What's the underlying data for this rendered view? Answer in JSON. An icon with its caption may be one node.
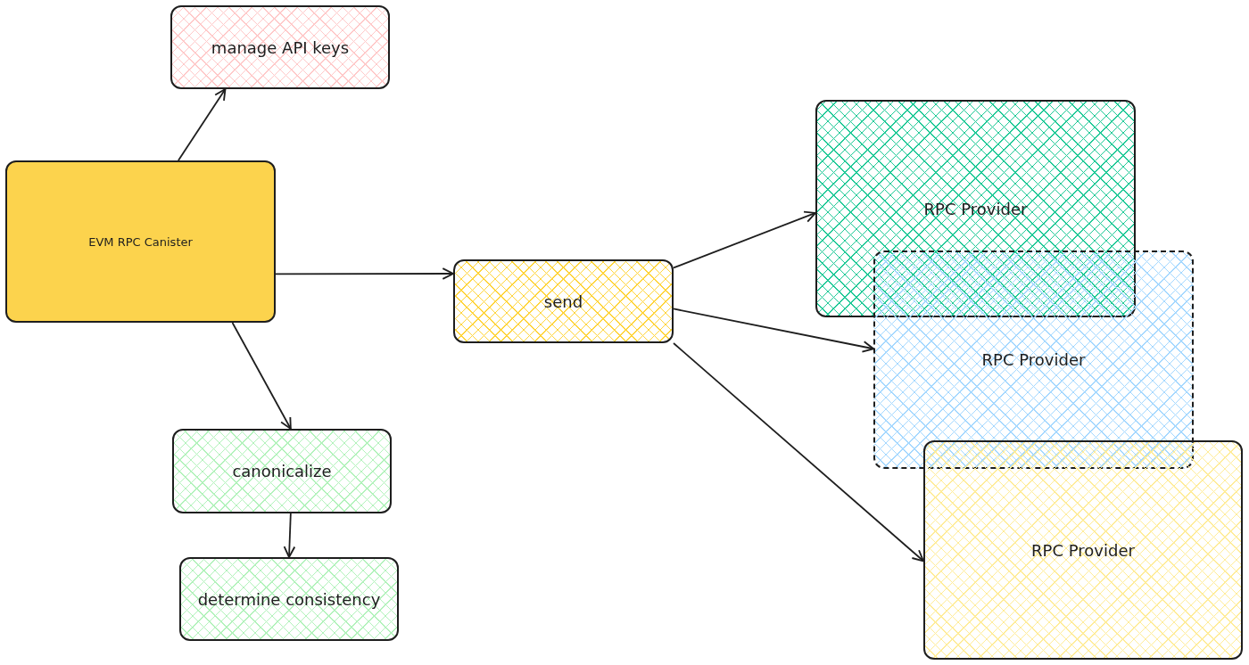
{
  "diagram": {
    "nodes": [
      {
        "text": [
          "manage API keys"
        ]
      },
      {
        "text": [
          "EVM RPC Canister"
        ]
      },
      {
        "text": [
          "canonicalize"
        ]
      },
      {
        "text": [
          "determine consistency"
        ]
      },
      {
        "text": [
          "send"
        ]
      },
      {
        "text": [
          "RPC Provider"
        ]
      },
      {
        "text": [
          "RPC Provider"
        ]
      },
      {
        "text": [
          "RPC Provider"
        ]
      }
    ],
    "edges": [
      {
        "from": 1,
        "to": 0,
        "arrow": "to"
      },
      {
        "from": 1,
        "to": 4,
        "arrow": "to"
      },
      {
        "from": 1,
        "to": 2,
        "arrow": "to"
      },
      {
        "from": 2,
        "to": 3,
        "arrow": "to"
      },
      {
        "from": 4,
        "to": 5,
        "arrow": "to"
      },
      {
        "from": 4,
        "to": 6,
        "arrow": "to"
      },
      {
        "from": 4,
        "to": 7,
        "arrow": "to"
      }
    ]
  }
}
